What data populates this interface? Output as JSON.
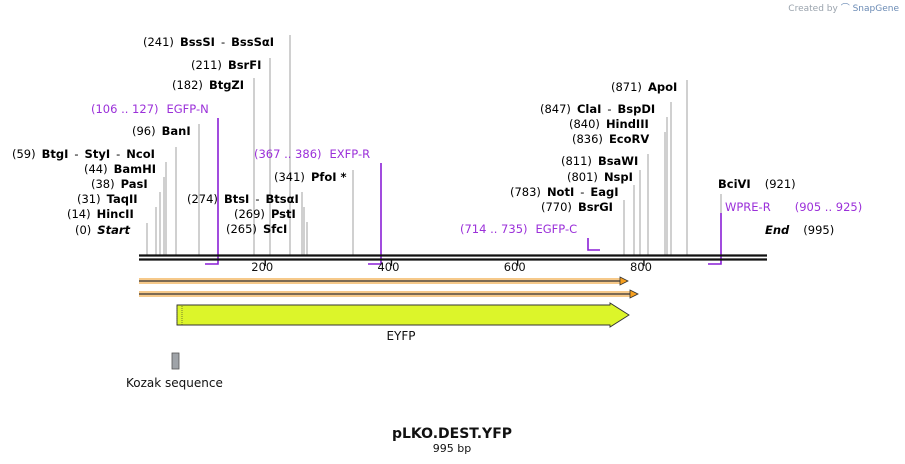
{
  "credit": {
    "prefix": "Created by",
    "brand": "SnapGene"
  },
  "map": {
    "name": "pLKO.DEST.YFP",
    "length_label": "995 bp",
    "length_bp": 995,
    "ticks": [
      "200",
      "400",
      "600",
      "800"
    ],
    "colors": {
      "site_text": "#000000",
      "primer_text": "#9b30d9",
      "primer_mark": "#8a1fd6",
      "eyfp_fill": "#dcf52a",
      "orf_fill": "#f7a01f",
      "kozak_fill": "#9fa3a8"
    },
    "sites": [
      {
        "num": "(0)",
        "label": "Start",
        "italic": true
      },
      {
        "num": "(14)",
        "label": "HincII"
      },
      {
        "num": "(31)",
        "label": "TaqII"
      },
      {
        "num": "(38)",
        "label": "PasI"
      },
      {
        "num": "(44)",
        "label": "BamHI"
      },
      {
        "num": "(59)",
        "label": "BtgI",
        "sep1": "-",
        "label2": "StyI",
        "sep2": "-",
        "label3": "NcoI"
      },
      {
        "num": "(96)",
        "label": "BanI"
      },
      {
        "num": "(182)",
        "label": "BtgZI"
      },
      {
        "num": "(211)",
        "label": "BsrFI"
      },
      {
        "num": "(241)",
        "label": "BssSI",
        "sep1": "-",
        "label2": "BssSαI"
      },
      {
        "num": "(265)",
        "label": "SfcI"
      },
      {
        "num": "(269)",
        "label": "PstI"
      },
      {
        "num": "(274)",
        "label": "BtsI",
        "sep1": "-",
        "label2": "BtsαI"
      },
      {
        "num": "(341)",
        "label": "PfoI *"
      },
      {
        "num": "(770)",
        "label": "BsrGI"
      },
      {
        "num": "(783)",
        "label": "NotI",
        "sep1": "-",
        "label2": "EagI"
      },
      {
        "num": "(801)",
        "label": "NspI"
      },
      {
        "num": "(811)",
        "label": "BsaWI"
      },
      {
        "num": "(836)",
        "label": "EcoRV"
      },
      {
        "num": "(840)",
        "label": "HindIII"
      },
      {
        "num": "(847)",
        "label": "ClaI",
        "sep1": "-",
        "label2": "BspDI"
      },
      {
        "num": "(871)",
        "label": "ApoI"
      },
      {
        "num": "(921)",
        "label": "BciVI",
        "num_after": true
      },
      {
        "num": "(995)",
        "label": "End",
        "italic": true,
        "num_after": true
      }
    ],
    "primers": [
      {
        "range": "(106 .. 127)",
        "name": "EGFP-N",
        "range_first": true
      },
      {
        "range": "(367 .. 386)",
        "name": "EXFP-R",
        "range_first": true
      },
      {
        "range": "(714 .. 735)",
        "name": "EGFP-C",
        "range_first": true
      },
      {
        "range": "(905 .. 925)",
        "name": "WPRE-R",
        "range_first": false
      }
    ],
    "features": {
      "eyfp": "EYFP",
      "kozak": "Kozak sequence"
    }
  }
}
